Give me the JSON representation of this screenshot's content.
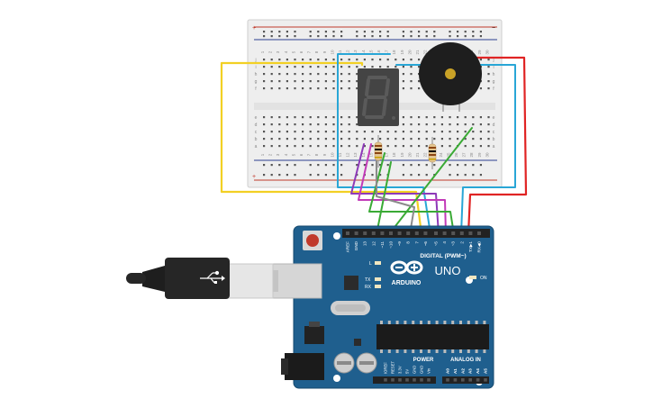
{
  "board": {
    "brand": "ARDUINO",
    "model": "UNO",
    "label_digital": "DIGITAL (PWM~)",
    "label_power": "POWER",
    "label_analog": "ANALOG IN",
    "label_on": "ON",
    "led_l": "L",
    "led_tx": "TX",
    "led_rx": "RX",
    "digital_pins": [
      "AREF",
      "GND",
      "13",
      "12",
      "~11",
      "~10",
      "~9",
      "8",
      "7",
      "~6",
      "~5",
      "4",
      "~3",
      "2",
      "TX▶1",
      "RX◀0"
    ],
    "power_pins": [
      "IOREF",
      "RESET",
      "3.3V",
      "5V",
      "GND",
      "GND",
      "Vin"
    ],
    "analog_pins": [
      "A0",
      "A1",
      "A2",
      "A3",
      "A4",
      "A5"
    ]
  },
  "breadboard": {
    "row_letters_top": [
      "j",
      "i",
      "h",
      "g",
      "f"
    ],
    "row_letters_bottom": [
      "e",
      "d",
      "c",
      "b",
      "a"
    ],
    "columns": [
      "1",
      "2",
      "3",
      "4",
      "5",
      "6",
      "7",
      "8",
      "9",
      "10",
      "11",
      "12",
      "13",
      "14",
      "15",
      "16",
      "17",
      "18",
      "19",
      "20",
      "21",
      "22",
      "23",
      "24",
      "25",
      "26",
      "27",
      "28",
      "29",
      "30"
    ],
    "rail_plus": "+",
    "rail_minus": "−"
  },
  "display": {
    "digit": "8"
  },
  "colors": {
    "board_blue": "#1f5f8e",
    "wire_yellow": "#f2d024",
    "wire_red": "#e02424",
    "wire_blue": "#29a6d6",
    "wire_green": "#3aaa35",
    "wire_purple": "#8e3ab8",
    "wire_magenta": "#c23ab8",
    "wire_grey": "#8a8a8a"
  }
}
